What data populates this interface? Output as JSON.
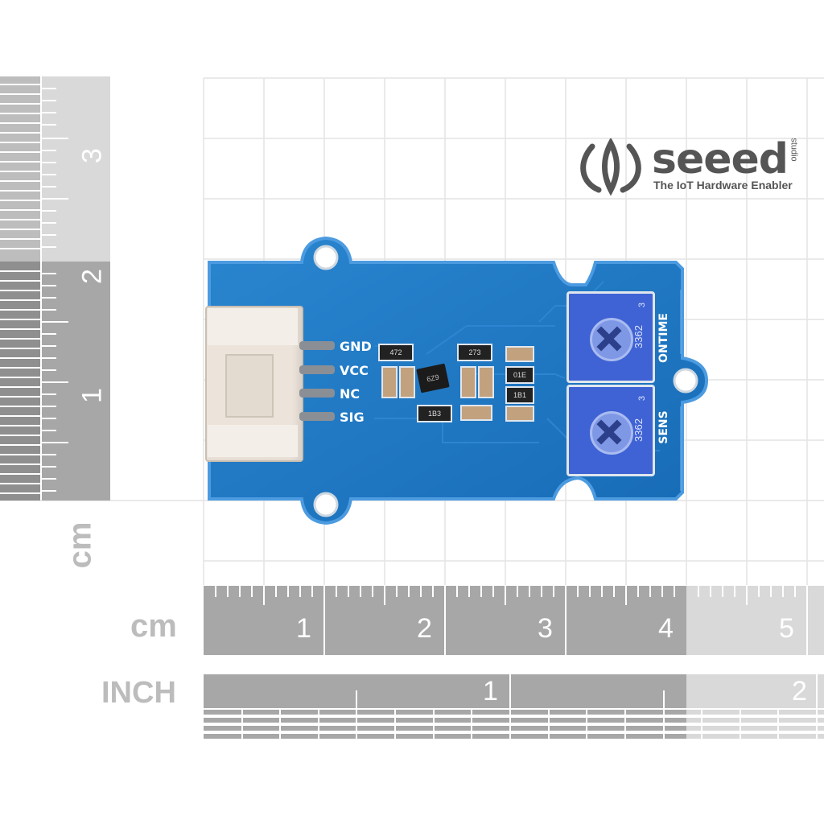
{
  "brand": {
    "name": "seeed",
    "studio": "studio",
    "tagline": "The IoT Hardware Enabler"
  },
  "ruler_left": {
    "unit": "cm",
    "numbers": [
      "3",
      "2",
      "1"
    ]
  },
  "ruler_bottom": {
    "cm_label": "cm",
    "cm_numbers": [
      "1",
      "2",
      "3",
      "4",
      "5"
    ],
    "inch_label": "INCH",
    "inch_numbers": [
      "1",
      "2"
    ]
  },
  "board": {
    "pins": [
      "GND",
      "VCC",
      "NC",
      "SIG"
    ],
    "pot_top_label": "ONTIME",
    "pot_bottom_label": "SENS",
    "pot_code": "3362",
    "pot_pin": "3",
    "smd_labels": [
      "472",
      "273",
      "01E",
      "1B1",
      "1B3",
      "6Z9"
    ]
  },
  "colors": {
    "pcb": "#1e73be",
    "pcb_edge": "#3b8fd6",
    "connector": "#ece4da",
    "pot": "#3f63d4",
    "ruler_dark": "#a7a7a7",
    "ruler_light": "#d9d9d9"
  }
}
